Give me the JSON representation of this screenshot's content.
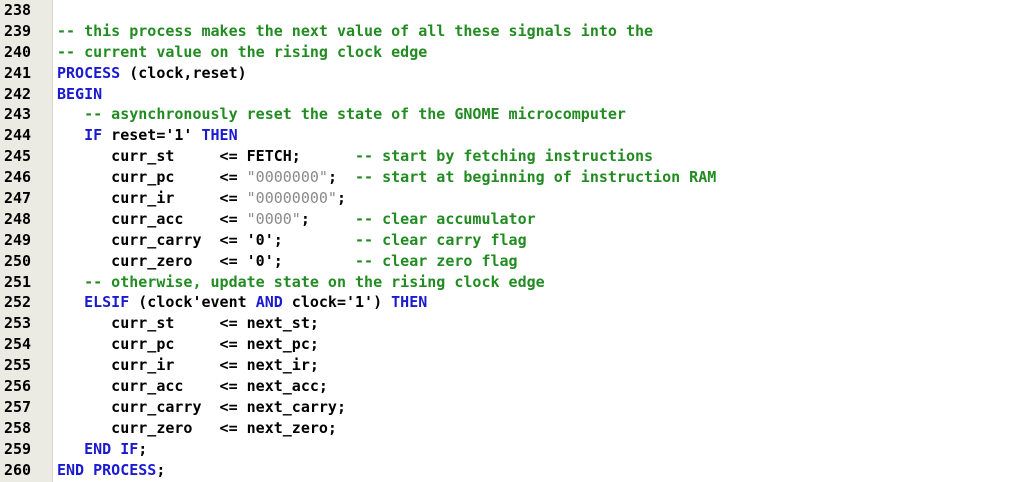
{
  "editor": {
    "colors": {
      "keyword": "#1a1ad0",
      "comment": "#228b22",
      "string": "#8a8a8a",
      "text": "#000000",
      "gutter": "#ecebe3"
    },
    "lines": [
      {
        "num": "238",
        "tokens": []
      },
      {
        "num": "239",
        "tokens": [
          {
            "t": "cm",
            "v": "-- this process makes the next value of all these signals into the"
          }
        ]
      },
      {
        "num": "240",
        "tokens": [
          {
            "t": "cm",
            "v": "-- current value on the rising clock edge"
          }
        ]
      },
      {
        "num": "241",
        "tokens": [
          {
            "t": "kw",
            "v": "PROCESS"
          },
          {
            "t": "tx",
            "v": " (clock,reset)"
          }
        ]
      },
      {
        "num": "242",
        "tokens": [
          {
            "t": "kw",
            "v": "BEGIN"
          }
        ]
      },
      {
        "num": "243",
        "tokens": [
          {
            "t": "tx",
            "v": "   "
          },
          {
            "t": "cm",
            "v": "-- asynchronously reset the state of the GNOME microcomputer"
          }
        ]
      },
      {
        "num": "244",
        "tokens": [
          {
            "t": "tx",
            "v": "   "
          },
          {
            "t": "kw",
            "v": "IF"
          },
          {
            "t": "tx",
            "v": " reset='1' "
          },
          {
            "t": "kw",
            "v": "THEN"
          }
        ]
      },
      {
        "num": "245",
        "tokens": [
          {
            "t": "tx",
            "v": "      curr_st     <= FETCH;      "
          },
          {
            "t": "cm",
            "v": "-- start by fetching instructions"
          }
        ]
      },
      {
        "num": "246",
        "tokens": [
          {
            "t": "tx",
            "v": "      curr_pc     <= "
          },
          {
            "t": "str",
            "v": "\"0000000\""
          },
          {
            "t": "tx",
            "v": ";  "
          },
          {
            "t": "cm",
            "v": "-- start at beginning of instruction RAM"
          }
        ]
      },
      {
        "num": "247",
        "tokens": [
          {
            "t": "tx",
            "v": "      curr_ir     <= "
          },
          {
            "t": "str",
            "v": "\"00000000\""
          },
          {
            "t": "tx",
            "v": ";"
          }
        ]
      },
      {
        "num": "248",
        "tokens": [
          {
            "t": "tx",
            "v": "      curr_acc    <= "
          },
          {
            "t": "str",
            "v": "\"0000\""
          },
          {
            "t": "tx",
            "v": ";     "
          },
          {
            "t": "cm",
            "v": "-- clear accumulator"
          }
        ]
      },
      {
        "num": "249",
        "tokens": [
          {
            "t": "tx",
            "v": "      curr_carry  <= '0';        "
          },
          {
            "t": "cm",
            "v": "-- clear carry flag"
          }
        ]
      },
      {
        "num": "250",
        "tokens": [
          {
            "t": "tx",
            "v": "      curr_zero   <= '0';        "
          },
          {
            "t": "cm",
            "v": "-- clear zero flag"
          }
        ]
      },
      {
        "num": "251",
        "tokens": [
          {
            "t": "tx",
            "v": "   "
          },
          {
            "t": "cm",
            "v": "-- otherwise, update state on the rising clock edge"
          }
        ]
      },
      {
        "num": "252",
        "tokens": [
          {
            "t": "tx",
            "v": "   "
          },
          {
            "t": "kw",
            "v": "ELSIF"
          },
          {
            "t": "tx",
            "v": " (clock'event "
          },
          {
            "t": "kw",
            "v": "AND"
          },
          {
            "t": "tx",
            "v": " clock='1') "
          },
          {
            "t": "kw",
            "v": "THEN"
          }
        ]
      },
      {
        "num": "253",
        "tokens": [
          {
            "t": "tx",
            "v": "      curr_st     <= next_st;"
          }
        ]
      },
      {
        "num": "254",
        "tokens": [
          {
            "t": "tx",
            "v": "      curr_pc     <= next_pc;"
          }
        ]
      },
      {
        "num": "255",
        "tokens": [
          {
            "t": "tx",
            "v": "      curr_ir     <= next_ir;"
          }
        ]
      },
      {
        "num": "256",
        "tokens": [
          {
            "t": "tx",
            "v": "      curr_acc    <= next_acc;"
          }
        ]
      },
      {
        "num": "257",
        "tokens": [
          {
            "t": "tx",
            "v": "      curr_carry  <= next_carry;"
          }
        ]
      },
      {
        "num": "258",
        "tokens": [
          {
            "t": "tx",
            "v": "      curr_zero   <= next_zero;"
          }
        ]
      },
      {
        "num": "259",
        "tokens": [
          {
            "t": "tx",
            "v": "   "
          },
          {
            "t": "kw",
            "v": "END IF"
          },
          {
            "t": "tx",
            "v": ";"
          }
        ]
      },
      {
        "num": "260",
        "tokens": [
          {
            "t": "kw",
            "v": "END PROCESS"
          },
          {
            "t": "tx",
            "v": ";"
          }
        ]
      }
    ]
  }
}
